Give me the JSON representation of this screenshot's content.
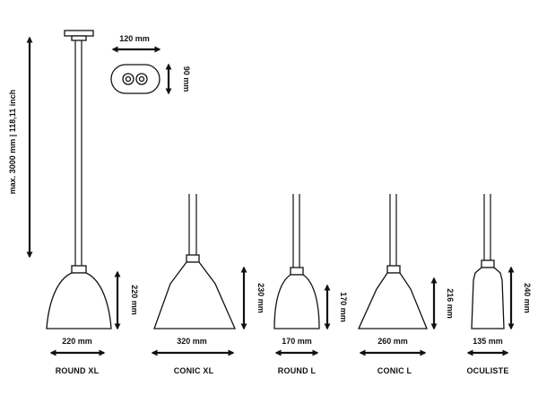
{
  "canopy": {
    "width_label": "120 mm",
    "depth_label": "90 mm"
  },
  "cable_length_label": "max. 3000 mm | 118,11 inch",
  "colors": {
    "ink": "#111111",
    "background": "#ffffff"
  },
  "models": [
    {
      "id": "round-xl",
      "name": "ROUND XL",
      "width_label": "220 mm",
      "height_label": "220 mm"
    },
    {
      "id": "conic-xl",
      "name": "CONIC XL",
      "width_label": "320 mm",
      "height_label": "230 mm"
    },
    {
      "id": "round-l",
      "name": "ROUND L",
      "width_label": "170 mm",
      "height_label": "170 mm"
    },
    {
      "id": "conic-l",
      "name": "CONIC L",
      "width_label": "260 mm",
      "height_label": "216 mm"
    },
    {
      "id": "oculiste",
      "name": "OCULISTE",
      "width_label": "135 mm",
      "height_label": "240 mm"
    }
  ]
}
